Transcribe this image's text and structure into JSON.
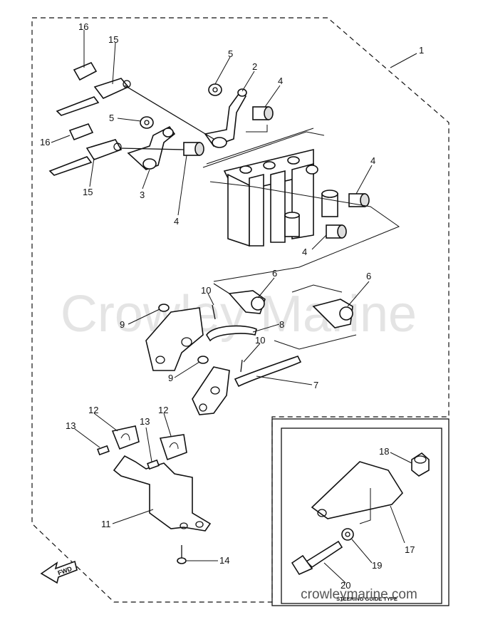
{
  "watermark": "Crowley Marine",
  "footer_url": "crowleymarine.com",
  "inset_caption": "STEERING GUIDE TYPE",
  "fwd_label": "FWD",
  "callouts": [
    "1",
    "2",
    "3",
    "4",
    "4",
    "4",
    "4",
    "5",
    "5",
    "6",
    "6",
    "7",
    "8",
    "9",
    "9",
    "10",
    "10",
    "11",
    "12",
    "12",
    "13",
    "13",
    "14",
    "15",
    "15",
    "16",
    "16",
    "17",
    "18",
    "19",
    "20"
  ]
}
